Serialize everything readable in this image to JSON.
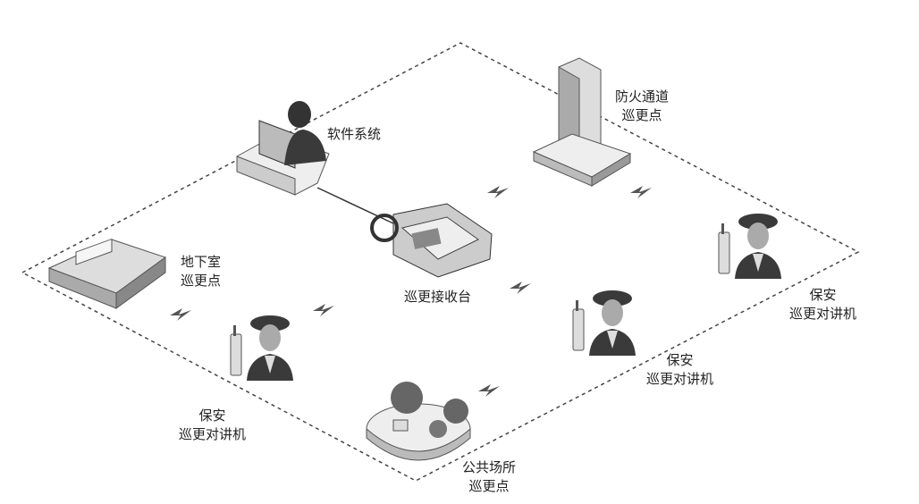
{
  "nodes": {
    "software_system": {
      "label": "软件系统"
    },
    "fire_exit": {
      "line1": "防火通道",
      "line2": "巡更点"
    },
    "basement": {
      "line1": "地下室",
      "line2": "巡更点"
    },
    "receiver": {
      "label": "巡更接收台"
    },
    "guard_right": {
      "line1": "保安",
      "line2": "巡更对讲机"
    },
    "guard_middle": {
      "line1": "保安",
      "line2": "巡更对讲机"
    },
    "guard_left": {
      "line1": "保安",
      "line2": "巡更对讲机"
    },
    "public_place": {
      "line1": "公共场所",
      "line2": "巡更点"
    }
  },
  "colors": {
    "line": "#444444",
    "icon_dark": "#3a3a3a",
    "icon_mid": "#8a8a8a",
    "icon_light": "#e6e6e6"
  }
}
